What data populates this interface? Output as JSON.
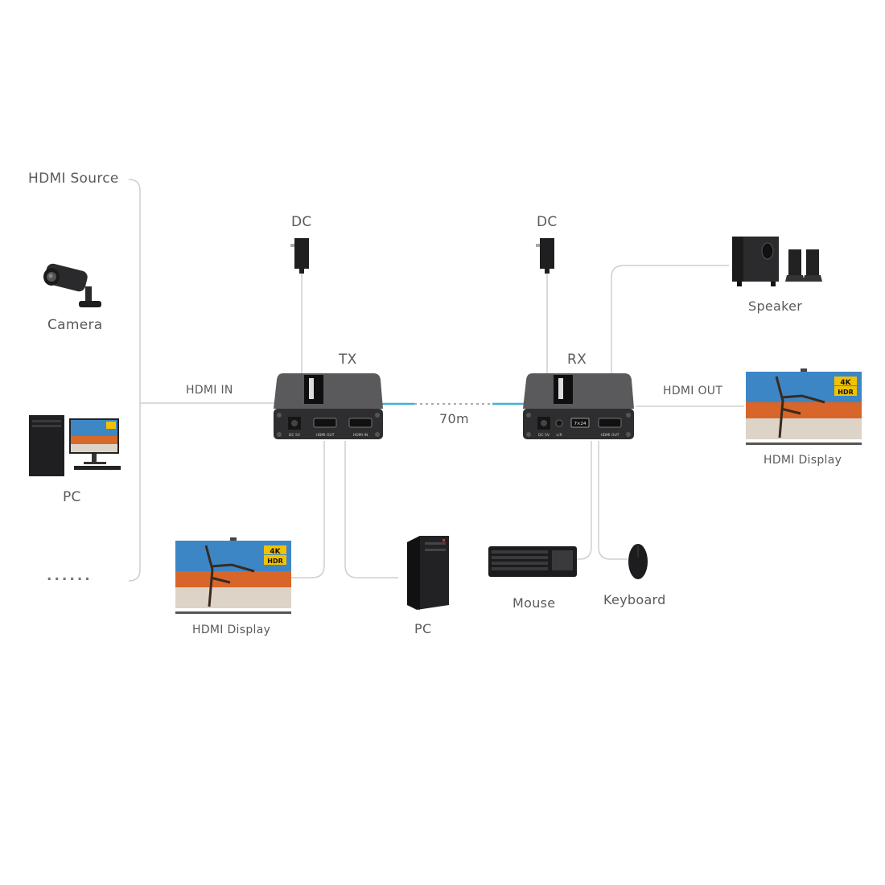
{
  "labels": {
    "hdmi_source": "HDMI Source",
    "camera": "Camera",
    "pc_source": "PC",
    "more": "......",
    "hdmi_in": "HDMI IN",
    "dc_tx": "DC",
    "dc_rx": "DC",
    "tx": "TX",
    "rx": "RX",
    "distance": "70m",
    "hdmi_out": "HDMI OUT",
    "speaker": "Speaker",
    "hdmi_display_right": "HDMI Display",
    "hdmi_display_loop": "HDMI Display",
    "pc_usb": "PC",
    "mouse": "Mouse",
    "keyboard": "Keyboard"
  },
  "tx_panel": {
    "ports": [
      "DC 5V",
      "HDMI OUT",
      "HDMI IN"
    ]
  },
  "rx_panel": {
    "ports": [
      "DC 5V",
      "L/R",
      "7×24",
      "HDMI OUT"
    ]
  },
  "display_badge": {
    "line1": "4K",
    "line2": "HDR"
  },
  "colors": {
    "line": "#cfcfcf",
    "cable": "#3ab4d6",
    "device": "#2e2e30",
    "label": "#5a5a5a",
    "badge": "#f2c200"
  }
}
